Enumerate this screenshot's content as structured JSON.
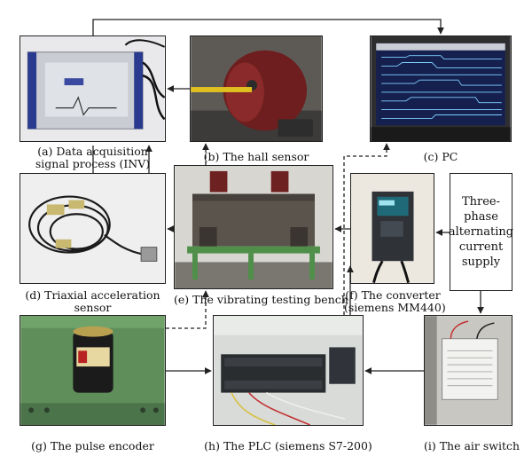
{
  "figure": {
    "panels": [
      {
        "id": "a",
        "caption_lines": [
          "(a) Data acquisition",
          "signal process (INV)"
        ]
      },
      {
        "id": "b",
        "caption_lines": [
          "(b) The hall sensor"
        ]
      },
      {
        "id": "c",
        "caption_lines": [
          "(c) PC"
        ]
      },
      {
        "id": "d",
        "caption_lines": [
          "(d) Triaxial acceleration",
          "sensor"
        ]
      },
      {
        "id": "e",
        "caption_lines": [
          "(e) The vibrating testing bench"
        ]
      },
      {
        "id": "f",
        "caption_lines": [
          "(f) The converter",
          "(siemens MM440)"
        ]
      },
      {
        "id": "g",
        "caption_lines": [
          "(g) The pulse encoder"
        ]
      },
      {
        "id": "h",
        "caption_lines": [
          "(h) The PLC (siemens S7-200)"
        ]
      },
      {
        "id": "i",
        "caption_lines": [
          "(i) The air switch"
        ]
      }
    ],
    "supply_lines": [
      "Three-",
      "phase",
      "alternating",
      "current",
      "supply"
    ],
    "colors": {
      "stroke": "#222222",
      "green_frame": "#4f8f4a",
      "motor_red": "#7a2020",
      "monitor_blue": "#1c2f6b"
    }
  }
}
